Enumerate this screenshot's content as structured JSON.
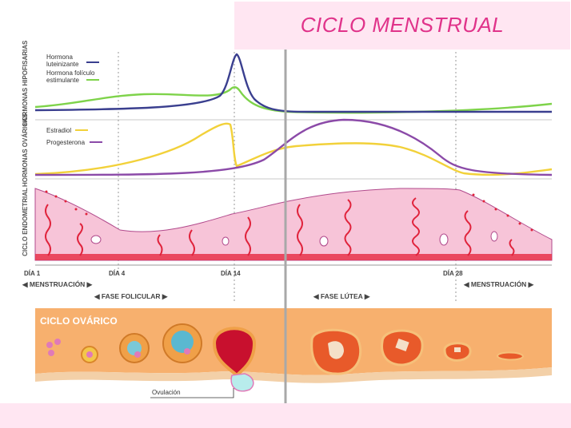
{
  "title": "CICLO MENSTRUAL",
  "sections": {
    "hormonas_hipofisarias": "HORMONAS HIPOFISARIAS",
    "hormonas_ovaricas": "HORMONAS OVÁRICAS",
    "ciclo_endometrial": "CICLO ENDOMETRIAL"
  },
  "legend": {
    "lh": {
      "label": "Hormona luteinizante",
      "color": "#3a3f8f"
    },
    "fsh": {
      "label": "Hormona folículo estimulante",
      "color": "#7ed34a"
    },
    "estradiol": {
      "label": "Estradiol",
      "color": "#f2d13a"
    },
    "progesterona": {
      "label": "Progesterona",
      "color": "#8b4aa8"
    }
  },
  "days": {
    "d1": "DÍA 1",
    "d4": "DÍA 4",
    "d14": "DÍA 14",
    "d28": "DÍA 28"
  },
  "phases": {
    "menstruacion_1": "◀ MENSTRUACIÓN ▶",
    "folicular": "◀ FASE FOLICULAR ▶",
    "lutea": "◀ FASE LÚTEA ▶",
    "menstruacion_2": "◀ MENSTRUACIÓN ▶"
  },
  "ovarian": {
    "title": "CICLO OVÁRICO",
    "ovulacion": "Ovulación"
  },
  "colors": {
    "title": "#e0338a",
    "band": "#ffe6f2",
    "endometrium": "#f7c4d8",
    "ovary": "#f7b06e"
  }
}
